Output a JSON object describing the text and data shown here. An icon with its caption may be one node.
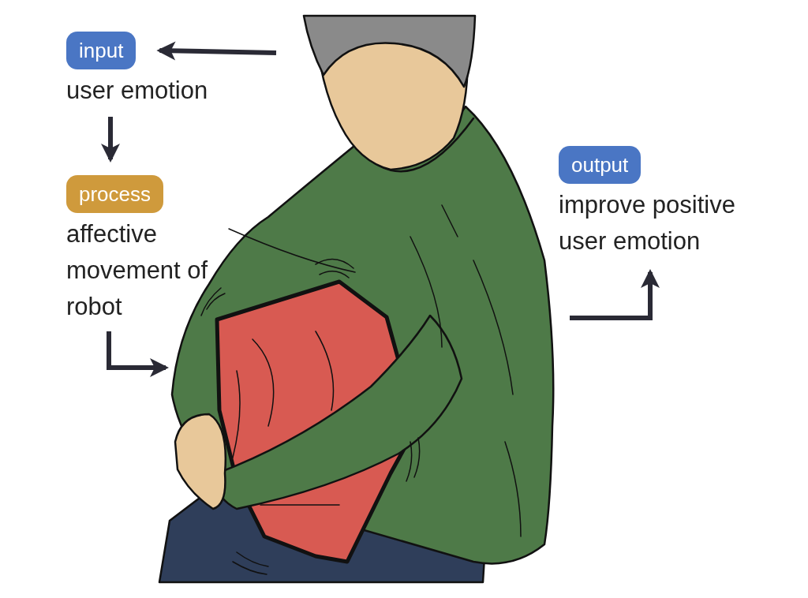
{
  "diagram": {
    "nodes": [
      {
        "text": [
          "input"
        ],
        "beside": [
          "user emotion"
        ]
      },
      {
        "text": [
          "process"
        ],
        "beside": [
          "affective movement of robot"
        ]
      },
      {
        "text": [
          "output"
        ],
        "beside": [
          "improve positive user emotion"
        ]
      },
      {
        "text": [],
        "shape": "picture"
      }
    ],
    "edges": [
      {
        "from": 3,
        "to": 0,
        "arrow": "to"
      },
      {
        "from": 0,
        "to": 1,
        "arrow": "to"
      },
      {
        "from": 1,
        "to": 3,
        "arrow": "to"
      },
      {
        "from": 3,
        "to": 2,
        "arrow": "to"
      }
    ]
  }
}
